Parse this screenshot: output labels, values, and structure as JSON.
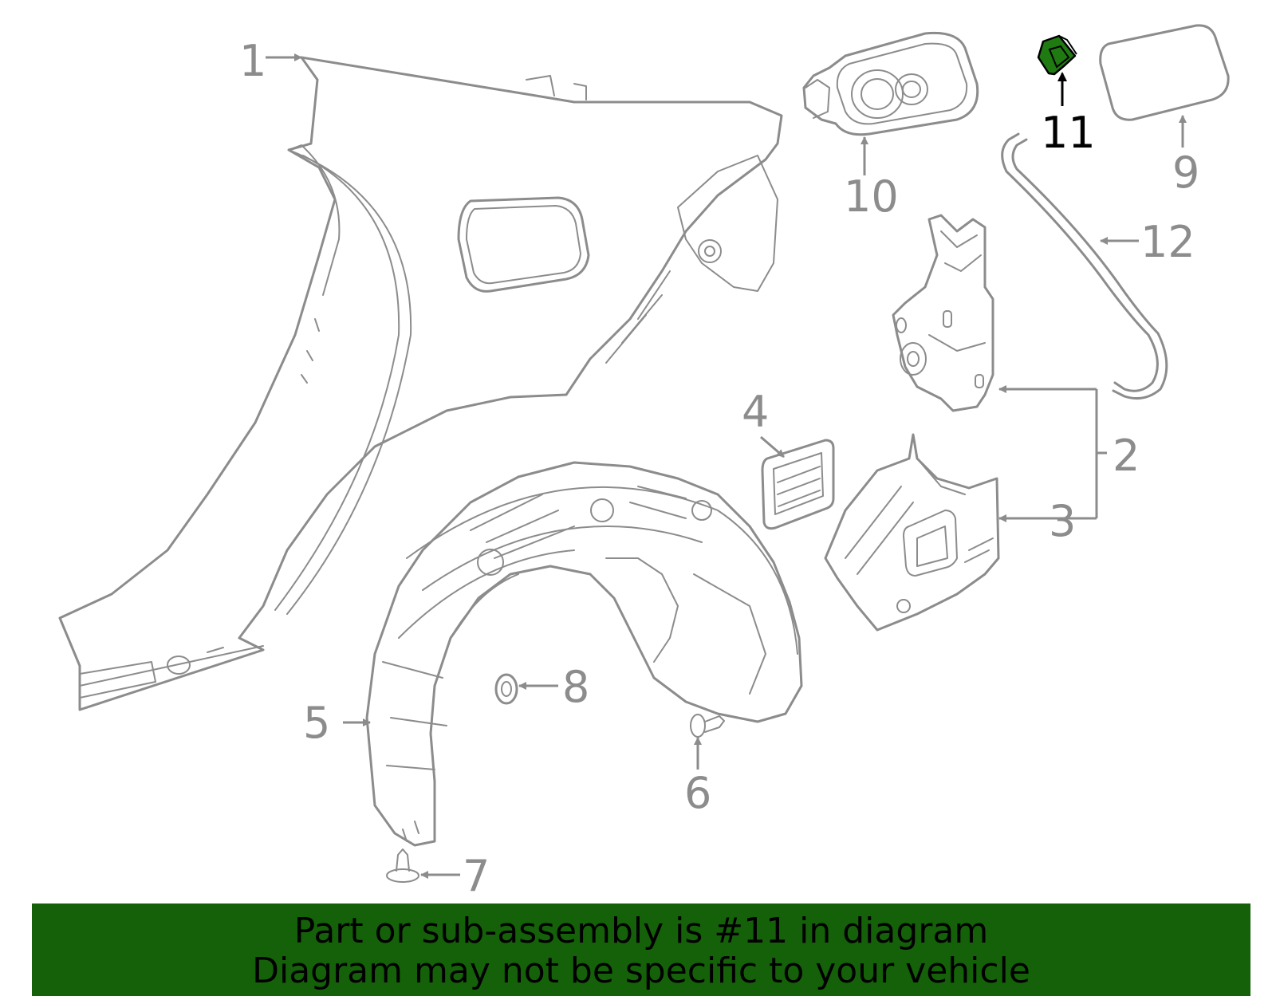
{
  "callouts": {
    "c1": "1",
    "c2": "2",
    "c3": "3",
    "c4": "4",
    "c5": "5",
    "c6": "6",
    "c7": "7",
    "c8": "8",
    "c9": "9",
    "c10": "10",
    "c11": "11",
    "c12": "12"
  },
  "highlight": {
    "part": "11",
    "color": "#1f7a12"
  },
  "banner": {
    "line1": "Part or sub-assembly is #11 in diagram",
    "line2": "Diagram may not be specific to your vehicle",
    "background": "#156109"
  }
}
